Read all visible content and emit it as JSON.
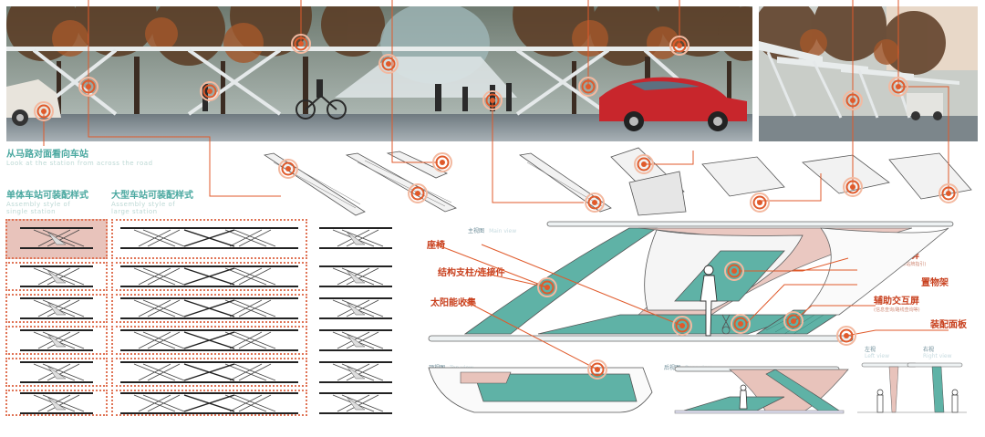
{
  "section_road_view": {
    "title_cn": "从马路对面看向车站",
    "title_en": "Look at the station from across the road"
  },
  "section_single": {
    "title_cn": "单体车站可装配样式",
    "title_en_1": "Assembly style of",
    "title_en_2": "single station"
  },
  "section_large": {
    "title_cn": "大型车站可装配样式",
    "title_en_1": "Assembly style of",
    "title_en_2": "large station"
  },
  "views": {
    "main_cn": "主视图",
    "main_en": "Main view",
    "top_cn": "顶视图",
    "top_en": "Top view",
    "rear_cn": "后视图",
    "rear_en": "Rear view",
    "left_cn": "左视",
    "left_en": "Left view",
    "right_cn": "右视",
    "right_en": "Right view"
  },
  "components": {
    "seat": "座椅",
    "structure": "结构支柱/连接件",
    "solar": "太阳能收集",
    "main_screen": "主要电子屏",
    "main_screen_sub": "(广告/实时信息/站牌指引)",
    "rack": "置物架",
    "aux_screen": "辅助交互屏",
    "aux_screen_sub": "(信息查询/路线查询等)",
    "panel": "装配面板"
  },
  "colors": {
    "accent": "#e05a2b",
    "teal": "#5fb2a6",
    "pink": "#e8c3bb",
    "caption": "#4aa8a0"
  }
}
